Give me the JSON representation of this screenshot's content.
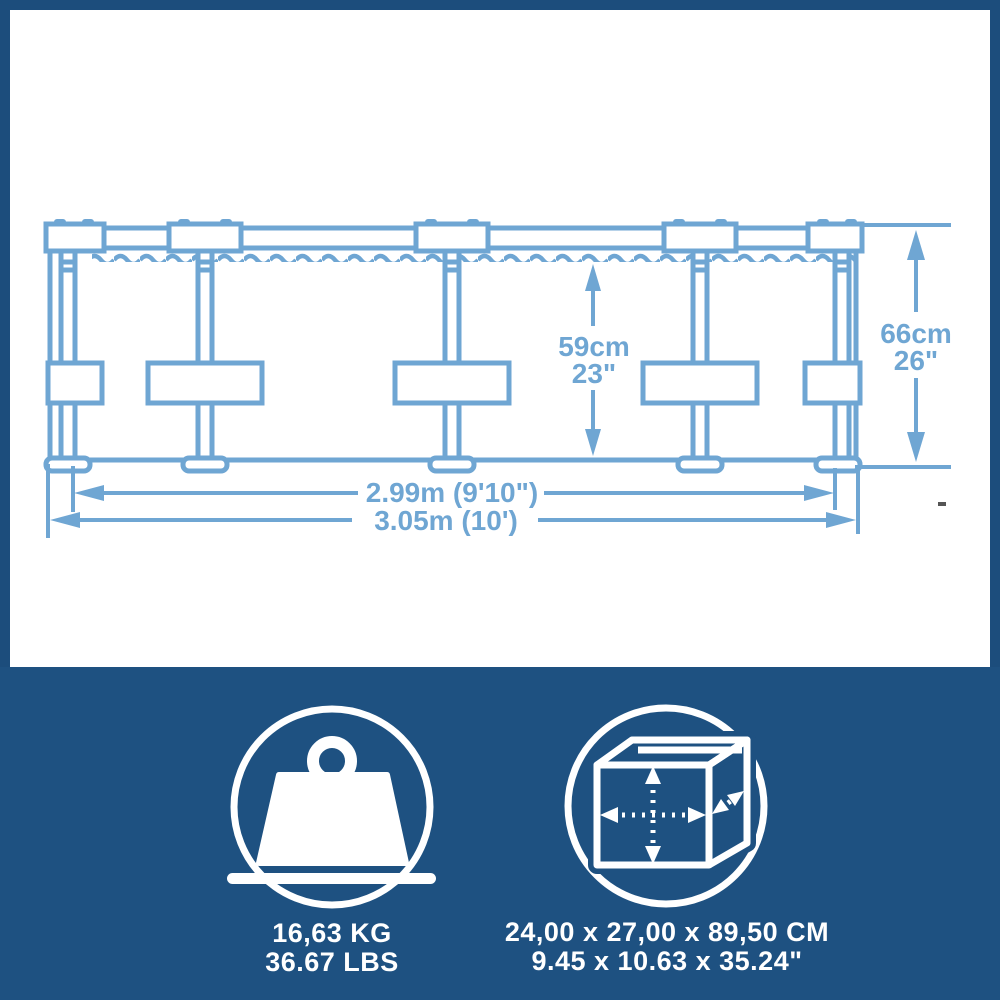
{
  "colors": {
    "border": "#1c4d7c",
    "footer_panel": "#1e5181",
    "drawing_line": "#6fa6d3",
    "background": "#ffffff",
    "icon": "#ffffff"
  },
  "diagram": {
    "water_height": {
      "metric": "59cm",
      "imperial": "23\""
    },
    "frame_height": {
      "metric": "66cm",
      "imperial": "26\""
    },
    "water_diameter": "2.99m (9'10\")",
    "outer_diameter": "3.05m (10')"
  },
  "footer": {
    "weight": {
      "icon": "weight-icon",
      "metric": "16,63 KG",
      "imperial": "36.67 LBS"
    },
    "package": {
      "icon": "box-dimensions-icon",
      "metric": "24,00 x 27,00 x 89,50 CM",
      "imperial": "9.45 x 10.63 x 35.24\""
    }
  }
}
